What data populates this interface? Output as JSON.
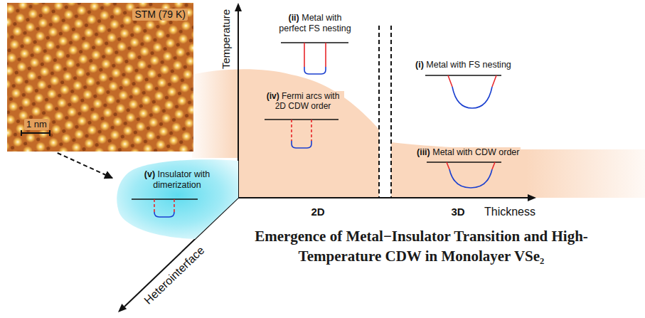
{
  "diagram": {
    "title": "Emergence of Metal−Insulator Transition and High-Temperature CDW in Monolayer VSe₂",
    "nodes": [
      {
        "text": [
          "STM (79 K)",
          "1 nm"
        ]
      },
      {
        "text": [
          "(v) Insulator with dimerization"
        ]
      }
    ],
    "edges": [
      {
        "from": 0,
        "to": 1,
        "arrow": "to"
      }
    ],
    "labels": [
      "Temperature",
      "(ii) Metal with perfect FS nesting",
      "(i) Metal with FS nesting",
      "(iv) Fermi arcs with 2D CDW order",
      "(iii) Metal with CDW order",
      "2D",
      "3D",
      "Thickness",
      "Heterointerface"
    ]
  }
}
